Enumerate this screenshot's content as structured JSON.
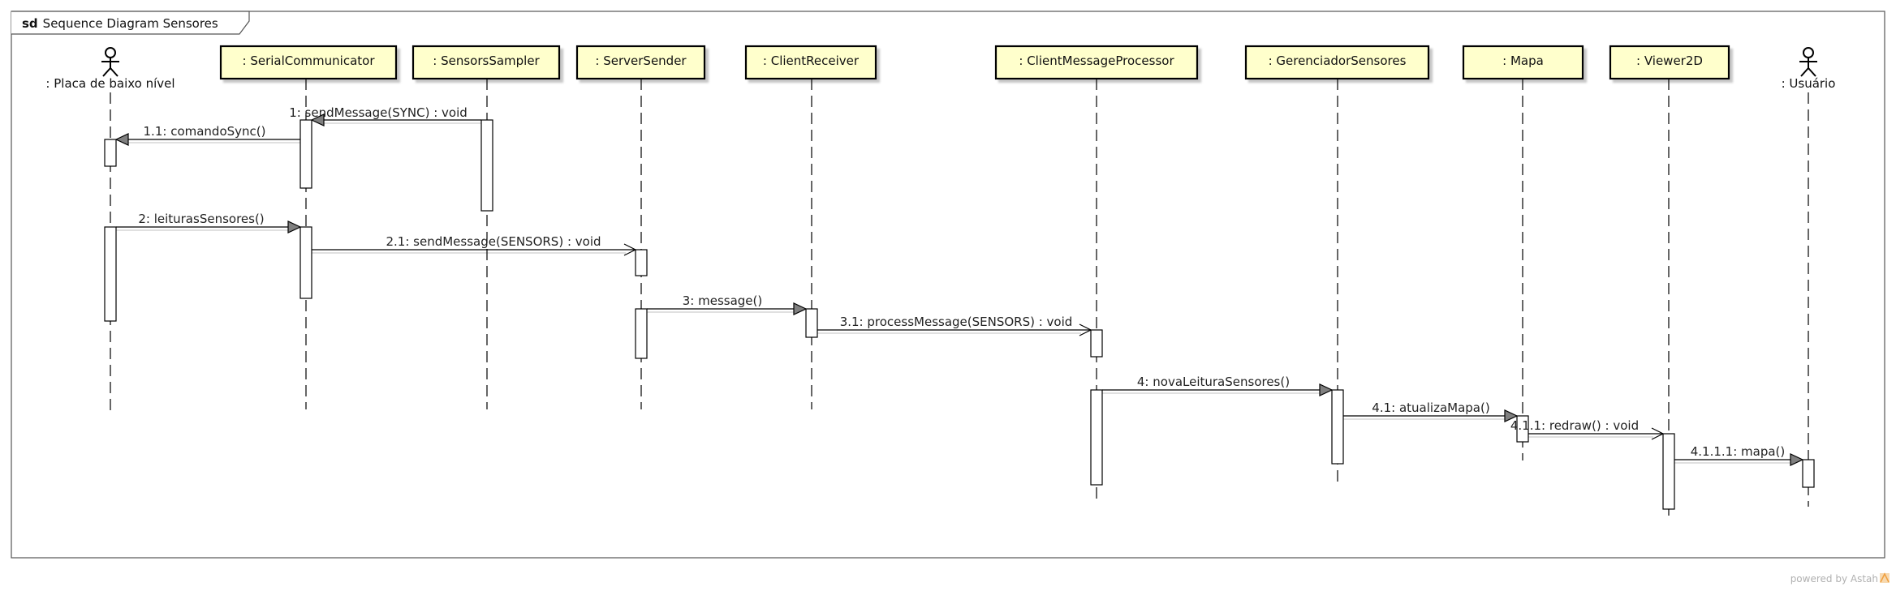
{
  "frame": {
    "keyword": "sd",
    "title": "Sequence Diagram Sensores"
  },
  "colors": {
    "lifeline_fill": "#ffffcc",
    "lifeline_stroke": "#000000",
    "arrow_fill": "#808080",
    "frame_stroke": "#555555",
    "watermark": "#b0b0b0",
    "watermark_accent": "#f0a040"
  },
  "lifelines": [
    {
      "id": "placa",
      "label": ": Placa de baixo nível",
      "kind": "actor"
    },
    {
      "id": "serial",
      "label": ": SerialCommunicator",
      "kind": "object"
    },
    {
      "id": "sampler",
      "label": ": SensorsSampler",
      "kind": "object"
    },
    {
      "id": "server",
      "label": ": ServerSender",
      "kind": "object"
    },
    {
      "id": "client",
      "label": ": ClientReceiver",
      "kind": "object"
    },
    {
      "id": "cmp",
      "label": ": ClientMessageProcessor",
      "kind": "object"
    },
    {
      "id": "ger",
      "label": ": GerenciadorSensores",
      "kind": "object"
    },
    {
      "id": "mapa",
      "label": ": Mapa",
      "kind": "object"
    },
    {
      "id": "viewer",
      "label": ": Viewer2D",
      "kind": "object"
    },
    {
      "id": "usuario",
      "label": ": Usuário",
      "kind": "actor"
    }
  ],
  "messages": [
    {
      "label": "1: sendMessage(SYNC) : void",
      "from": "sampler",
      "to": "serial",
      "style": "sync"
    },
    {
      "label": "1.1: comandoSync()",
      "from": "serial",
      "to": "placa",
      "style": "sync"
    },
    {
      "label": "2: leiturasSensores()",
      "from": "placa",
      "to": "serial",
      "style": "sync"
    },
    {
      "label": "2.1: sendMessage(SENSORS) : void",
      "from": "serial",
      "to": "server",
      "style": "async"
    },
    {
      "label": "3: message()",
      "from": "server",
      "to": "client",
      "style": "sync"
    },
    {
      "label": "3.1: processMessage(SENSORS) : void",
      "from": "client",
      "to": "cmp",
      "style": "async"
    },
    {
      "label": "4: novaLeituraSensores()",
      "from": "cmp",
      "to": "ger",
      "style": "sync"
    },
    {
      "label": "4.1: atualizaMapa()",
      "from": "ger",
      "to": "mapa",
      "style": "sync"
    },
    {
      "label": "4.1.1: redraw() : void",
      "from": "mapa",
      "to": "viewer",
      "style": "async"
    },
    {
      "label": "4.1.1.1: mapa()",
      "from": "viewer",
      "to": "usuario",
      "style": "sync"
    }
  ],
  "watermark": {
    "text": "powered by Astah"
  }
}
